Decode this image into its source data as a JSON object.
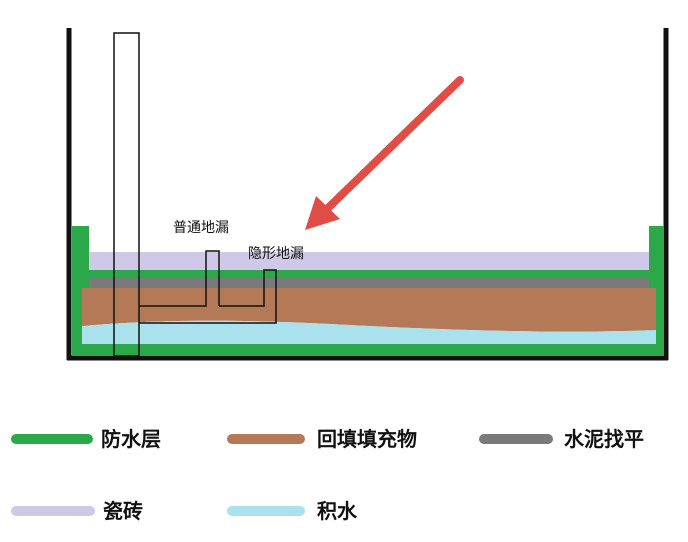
{
  "diagram": {
    "labels": {
      "normal_drain": "普通地漏",
      "hidden_drain": "隐形地漏"
    },
    "colors": {
      "waterproof_layer": "#2aa84a",
      "backfill": "#b47a57",
      "cement_leveling": "#7a7a7a",
      "tile": "#cfc8e6",
      "standing_water": "#a9e1ec",
      "arrow": "#e04d45",
      "outline": "#111111"
    }
  },
  "legend": {
    "items": [
      {
        "label": "防水层",
        "color": "#2aa84a"
      },
      {
        "label": "回填填充物",
        "color": "#b47a57"
      },
      {
        "label": "水泥找平",
        "color": "#7a7a7a"
      },
      {
        "label": "瓷砖",
        "color": "#cfc8e6"
      },
      {
        "label": "积水",
        "color": "#a9e1ec"
      }
    ]
  }
}
